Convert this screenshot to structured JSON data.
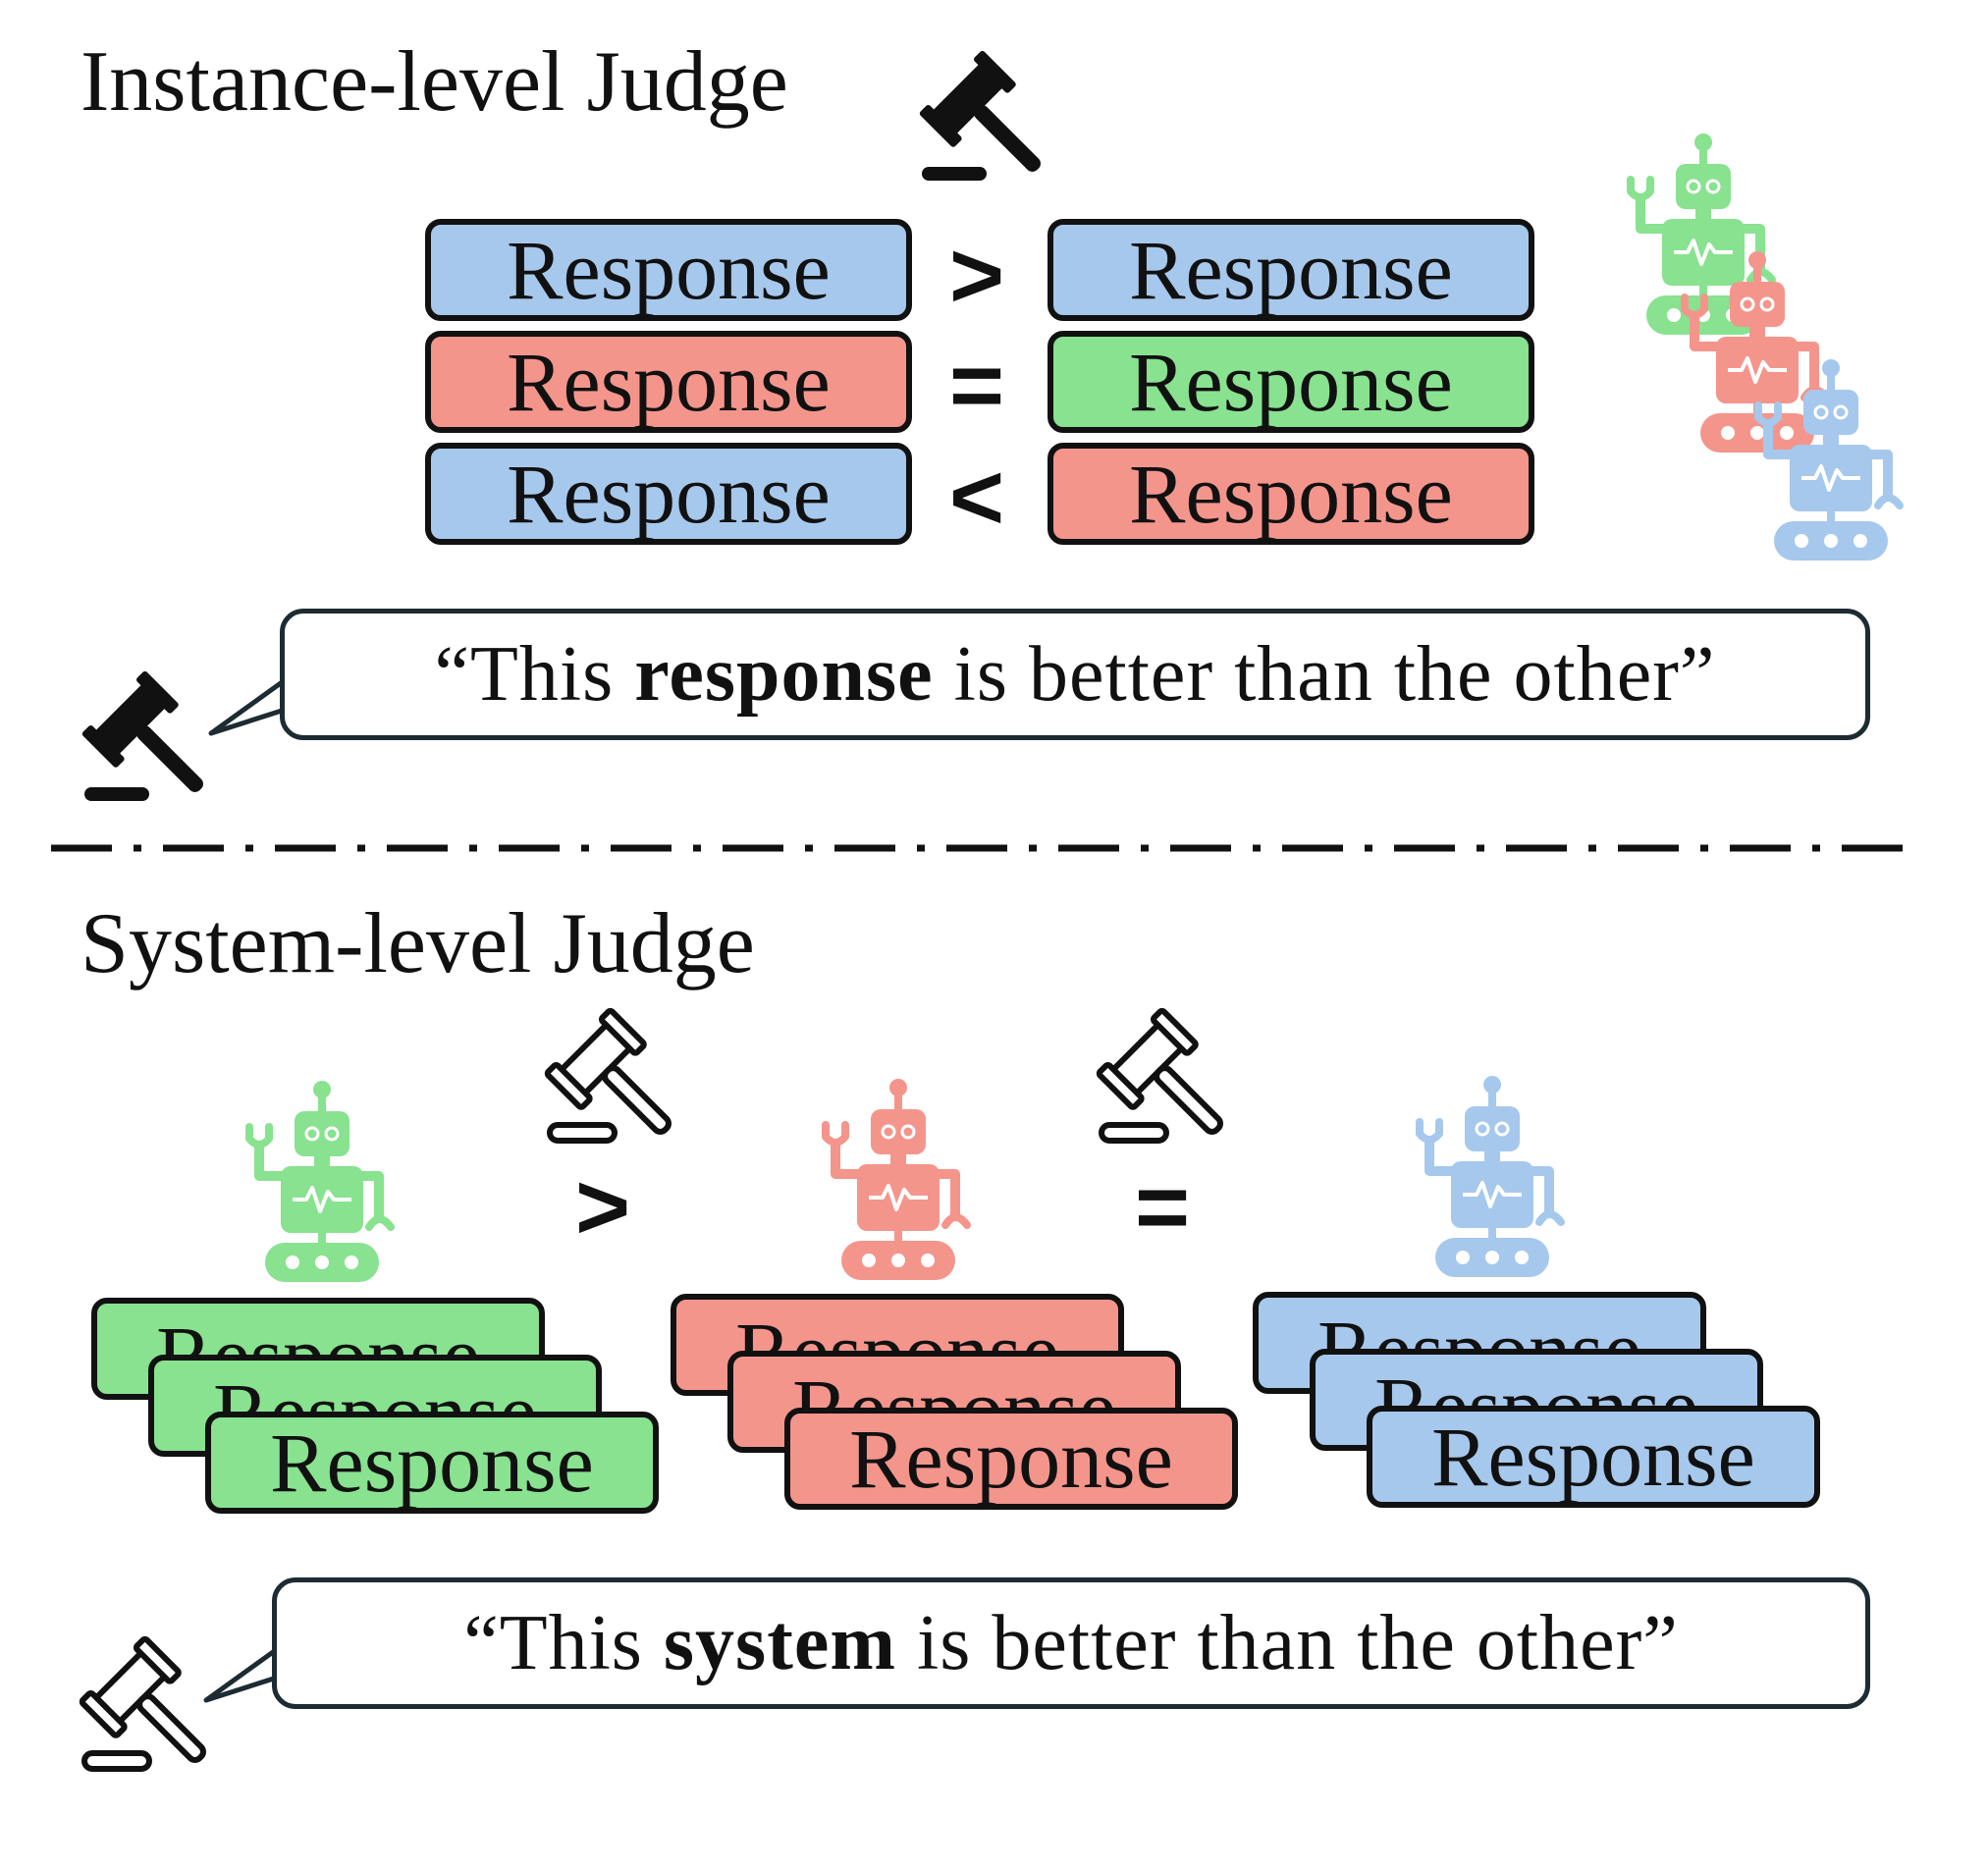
{
  "colors": {
    "blue": "#a6c8ec",
    "red": "#f4958c",
    "green": "#88e28f",
    "stroke": "#111111",
    "bubble_border": "#1d2b33"
  },
  "icons": [
    "gavel-icon",
    "robot-icon"
  ],
  "instance": {
    "heading": "Instance-level Judge",
    "rows": [
      {
        "left": {
          "label": "Response",
          "color": "blue"
        },
        "operator": ">",
        "right": {
          "label": "Response",
          "color": "blue"
        }
      },
      {
        "left": {
          "label": "Response",
          "color": "red"
        },
        "operator": "=",
        "right": {
          "label": "Response",
          "color": "green"
        }
      },
      {
        "left": {
          "label": "Response",
          "color": "blue"
        },
        "operator": "<",
        "right": {
          "label": "Response",
          "color": "red"
        }
      }
    ],
    "quote": {
      "prefix": "“This ",
      "emphasis": "response",
      "suffix": " is better than the other”"
    }
  },
  "system": {
    "heading": "System-level Judge",
    "systems": [
      {
        "color": "green",
        "stack": [
          "Response",
          "Response",
          "Response"
        ]
      },
      {
        "color": "red",
        "stack": [
          "Response",
          "Response",
          "Response"
        ]
      },
      {
        "color": "blue",
        "stack": [
          "Response",
          "Response",
          "Response"
        ]
      }
    ],
    "operators": [
      ">",
      "="
    ],
    "quote": {
      "prefix": "“This ",
      "emphasis": "system",
      "suffix": " is better than the other”"
    }
  }
}
